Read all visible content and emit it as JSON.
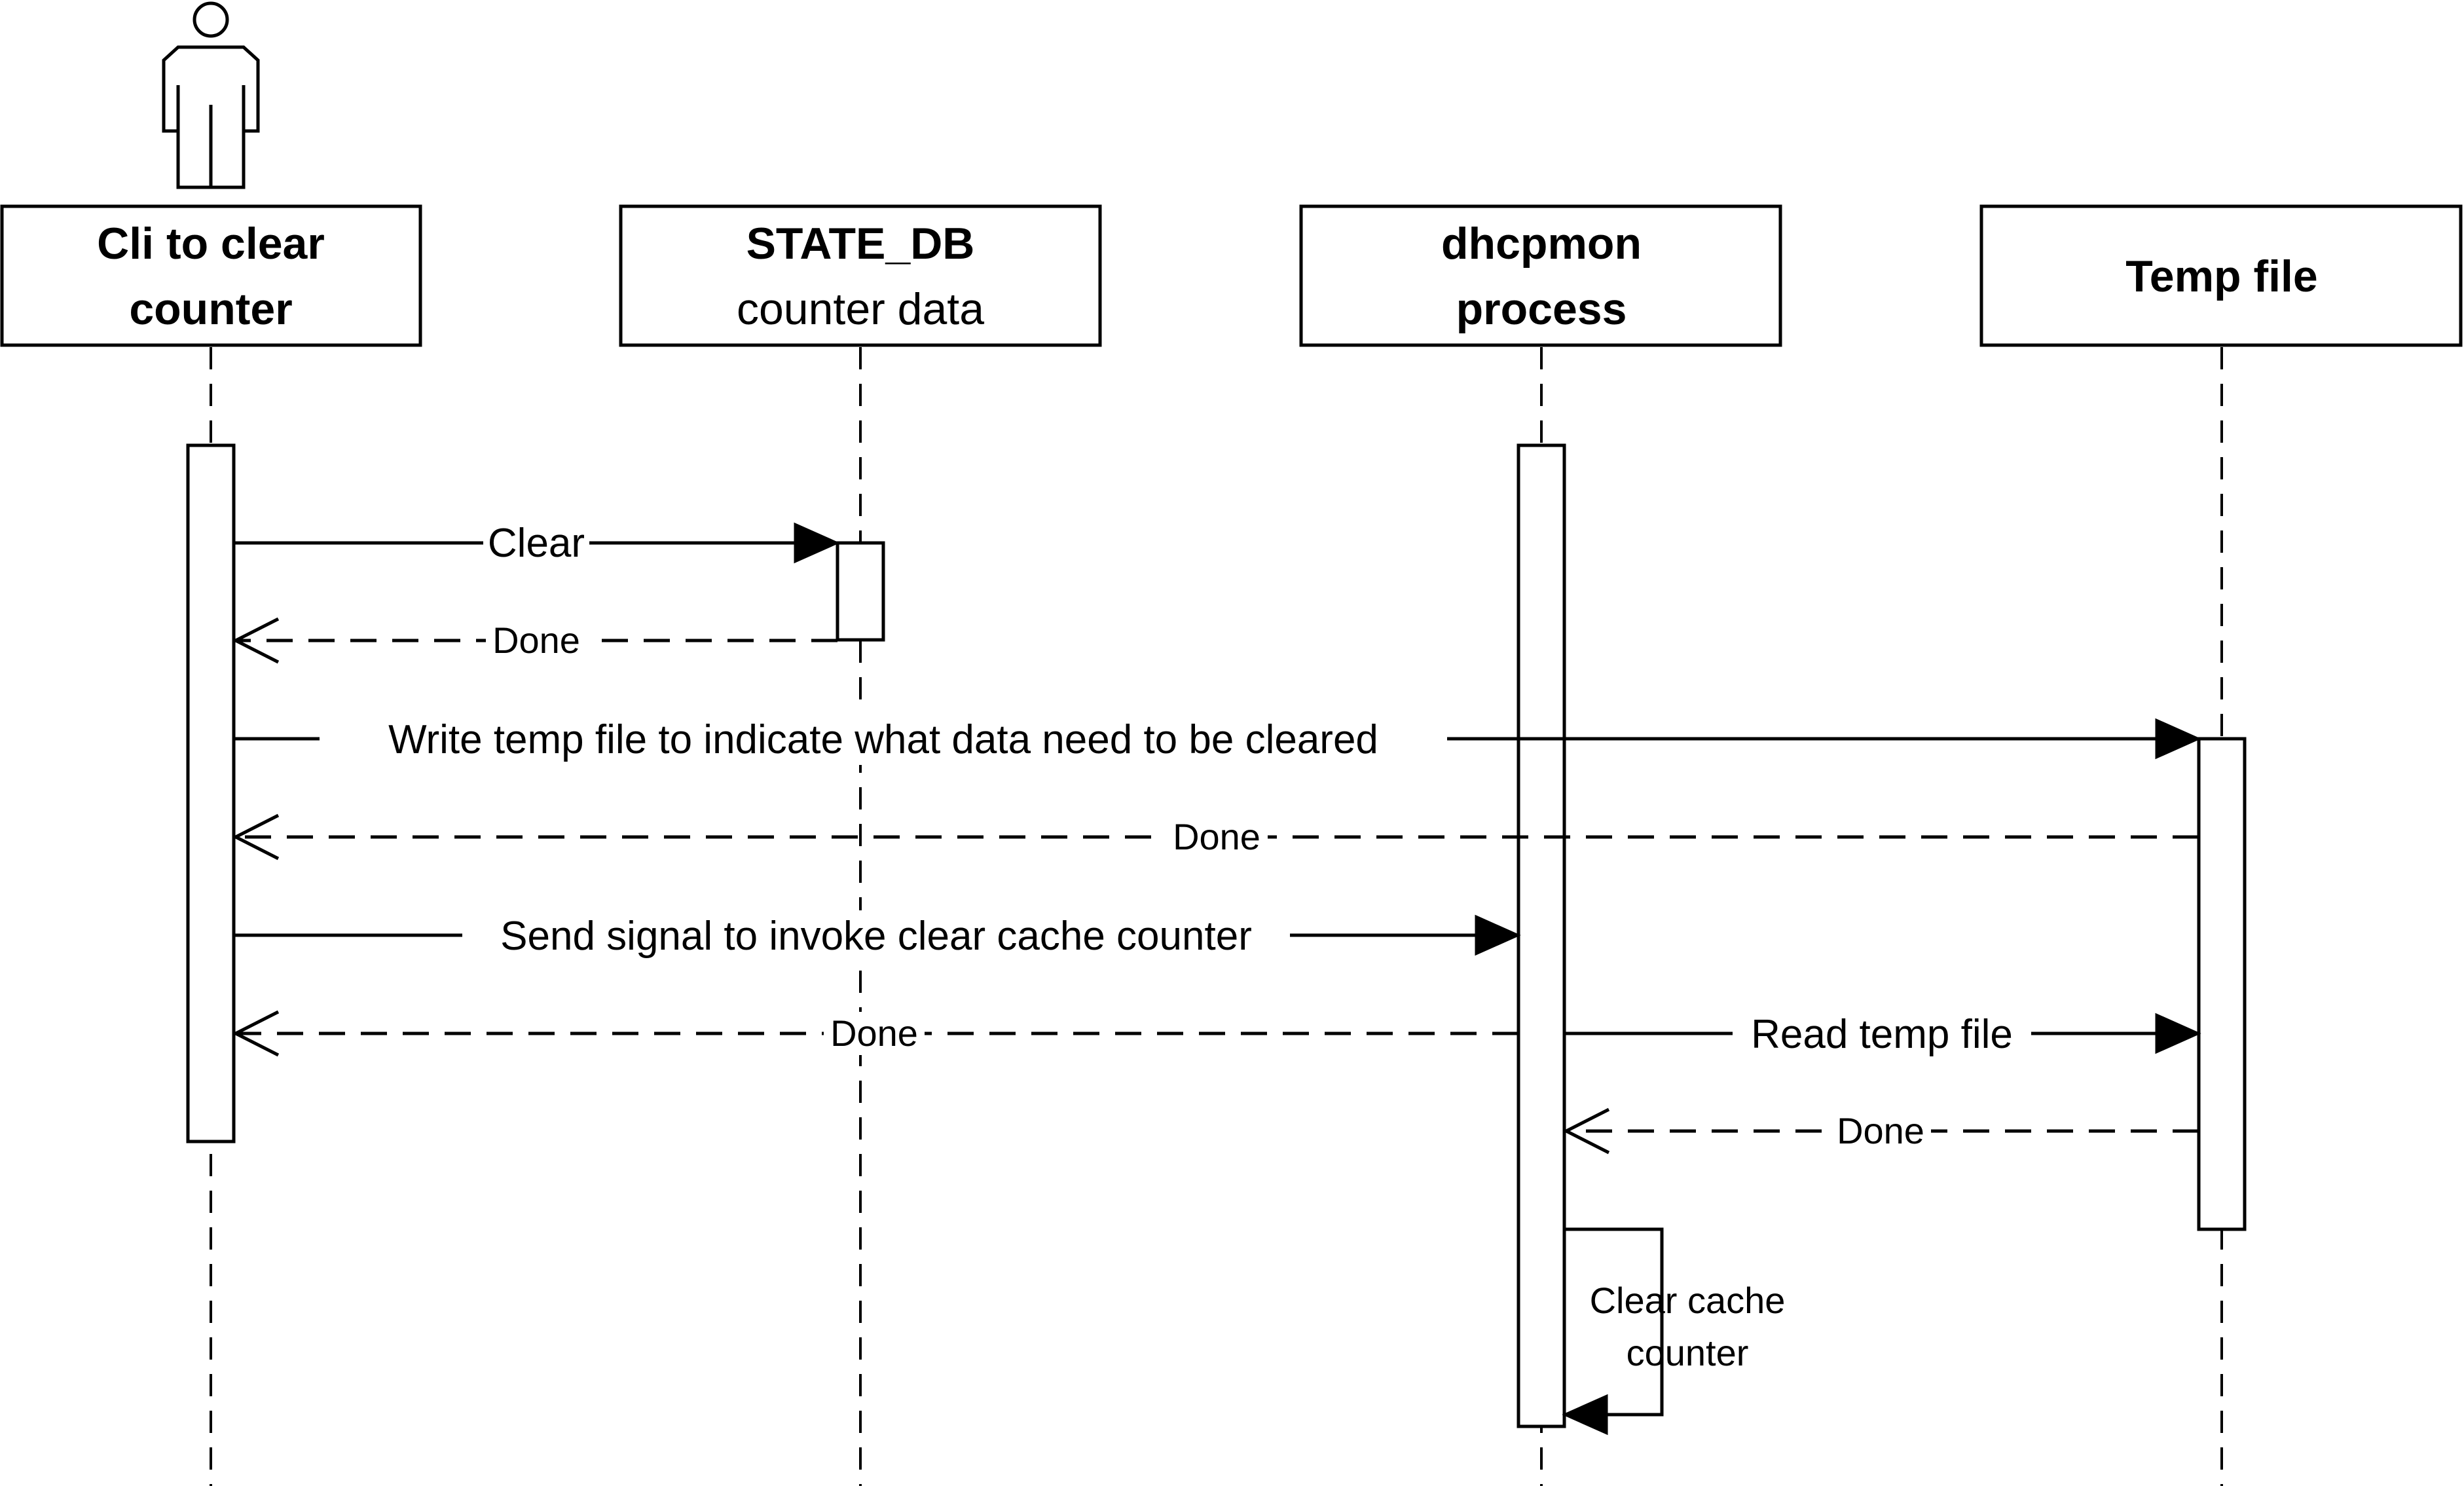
{
  "participants": [
    {
      "id": "cli",
      "line1": "Cli to clear",
      "line2": "counter",
      "style": "bold",
      "is_actor": true
    },
    {
      "id": "state_db",
      "line1": "STATE_DB",
      "line2": "counter data",
      "style": "mixed",
      "is_actor": false
    },
    {
      "id": "dhcpmon",
      "line1": "dhcpmon",
      "line2": "process",
      "style": "bold",
      "is_actor": false
    },
    {
      "id": "temp",
      "line1": "Temp file",
      "line2": "",
      "style": "bold",
      "is_actor": false
    }
  ],
  "messages": [
    {
      "from": "cli",
      "to": "state_db",
      "label": "Clear",
      "kind": "call"
    },
    {
      "from": "state_db",
      "to": "cli",
      "label": "Done",
      "kind": "return"
    },
    {
      "from": "cli",
      "to": "temp",
      "label": "Write temp file to indicate what data need to be cleared",
      "kind": "call"
    },
    {
      "from": "temp",
      "to": "cli",
      "label": "Done",
      "kind": "return"
    },
    {
      "from": "cli",
      "to": "dhcpmon",
      "label": "Send signal to invoke clear cache counter",
      "kind": "call"
    },
    {
      "from": "dhcpmon",
      "to": "cli",
      "label": "Done",
      "kind": "return"
    },
    {
      "from": "dhcpmon",
      "to": "temp",
      "label": "Read temp file",
      "kind": "call"
    },
    {
      "from": "temp",
      "to": "dhcpmon",
      "label": "Done",
      "kind": "return"
    }
  ],
  "self_call": {
    "participant": "dhcpmon",
    "line1": "Clear cache",
    "line2": "counter"
  }
}
